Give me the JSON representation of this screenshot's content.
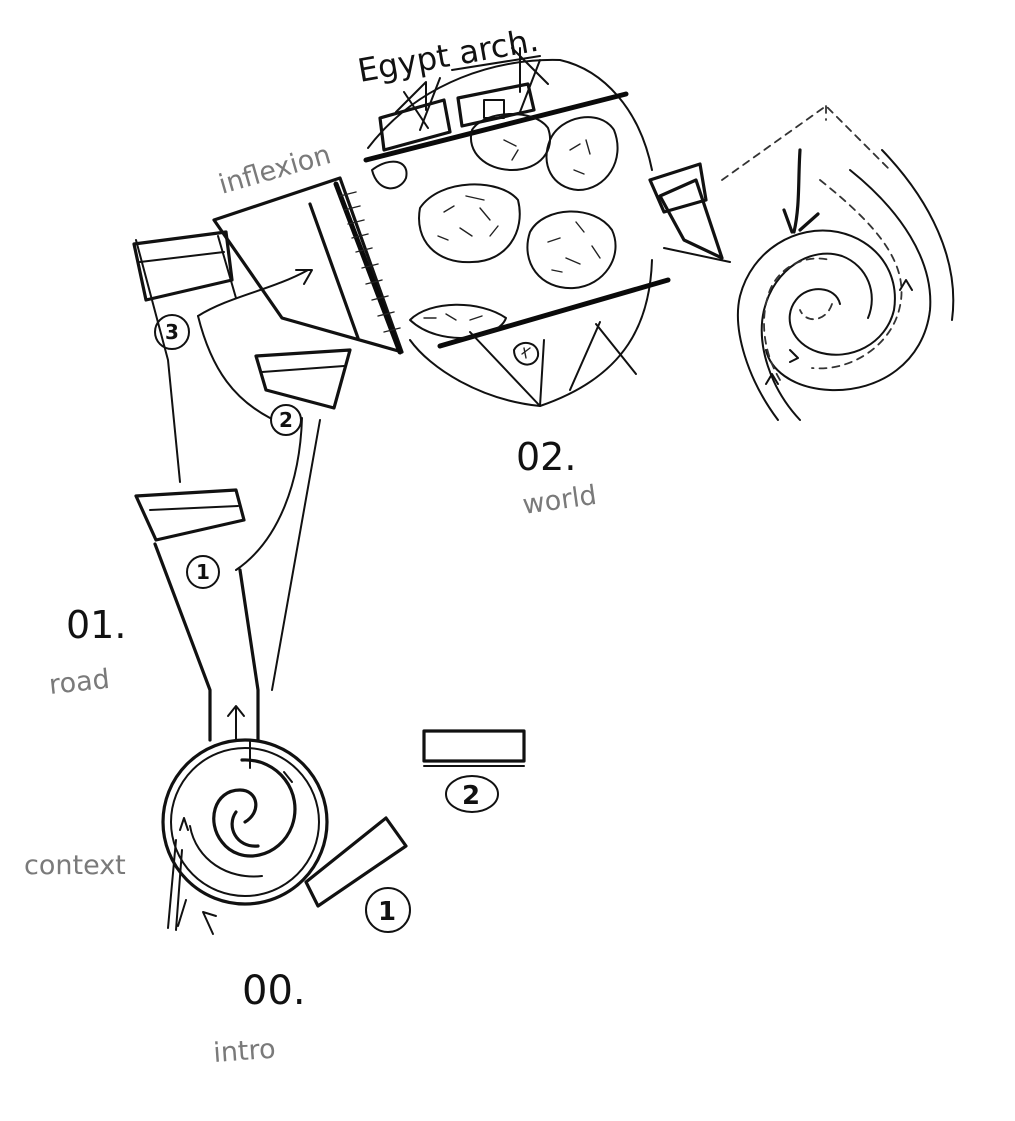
{
  "labels": {
    "egypt_arch": "Egypt arch.",
    "inflexion": "inflexion",
    "world_number": "02.",
    "world": "world",
    "road_number": "01.",
    "road": "road",
    "context": "context",
    "intro_number": "00.",
    "intro": "intro"
  },
  "markers": {
    "road_1": "1",
    "road_2": "2",
    "road_3": "3",
    "intro_1": "1",
    "intro_2": "2"
  },
  "colors": {
    "ink": "#111111",
    "pencil_grey": "#7a7a7a",
    "paper": "#ffffff"
  }
}
